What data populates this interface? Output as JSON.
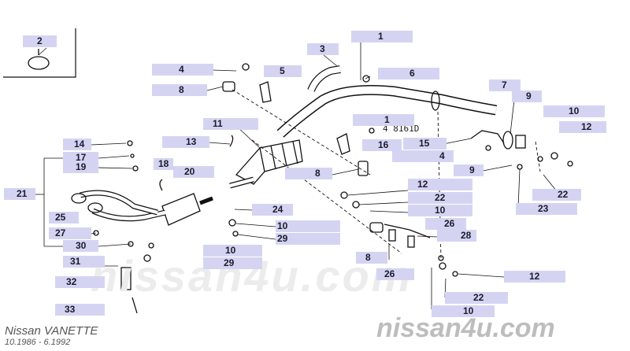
{
  "model": "Nissan VANETTE",
  "years": "10.1986 - 6.1992",
  "watermark": "nissan4u.com",
  "stamp": "4 8161D",
  "colors": {
    "callout_bg": "#d4d4f2",
    "line": "#111111",
    "watermark": "#bdbdbd"
  },
  "callouts": [
    "2",
    "1",
    "3",
    "4",
    "5",
    "6",
    "8",
    "7",
    "9",
    "10",
    "11",
    "1",
    "12",
    "13",
    "14",
    "15",
    "16",
    "17",
    "19",
    "18",
    "20",
    "4",
    "9",
    "8",
    "21",
    "12",
    "22",
    "22",
    "10",
    "23",
    "25",
    "24",
    "26",
    "27",
    "10",
    "28",
    "29",
    "30",
    "10",
    "31",
    "29",
    "8",
    "26",
    "12",
    "32",
    "22",
    "33",
    "10"
  ]
}
